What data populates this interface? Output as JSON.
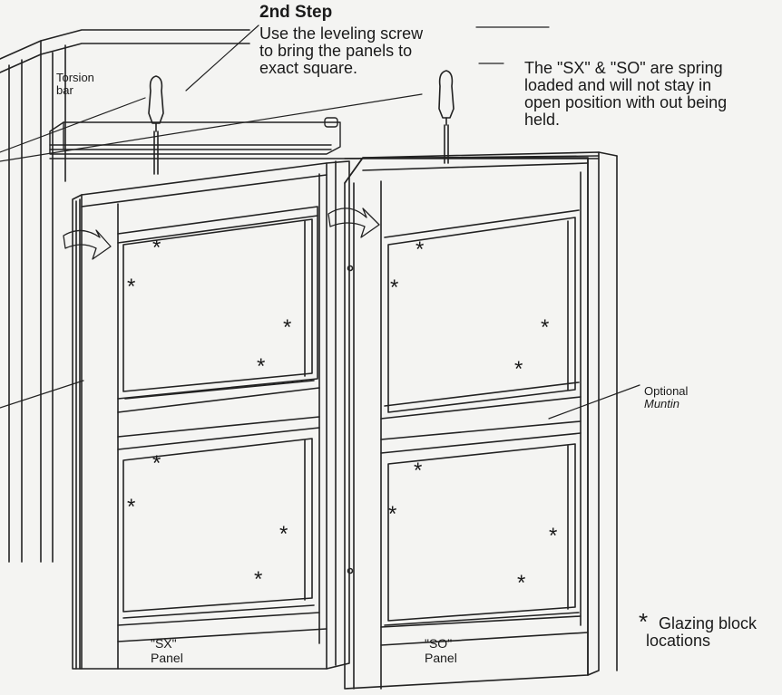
{
  "step": {
    "title": "2nd Step",
    "line1": "Use the leveling screw",
    "line2": "to bring the panels to",
    "line3": "exact square."
  },
  "note": {
    "line1": "The \"SX\" & \"SO\" are spring",
    "line2": "loaded and will not stay in",
    "line3": "open position with out being",
    "line4": "held."
  },
  "torsion_bar": {
    "line1": "Torsion",
    "line2": "bar"
  },
  "optional_muntin": {
    "line1": "Optional",
    "line2": "Muntin"
  },
  "panel_sx": {
    "line1": "\"SX\"",
    "line2": "Panel"
  },
  "panel_so": {
    "line1": "\"SO\"",
    "line2": "Panel"
  },
  "legend": {
    "symbol": "*",
    "line1": "Glazing block",
    "line2": "locations"
  }
}
